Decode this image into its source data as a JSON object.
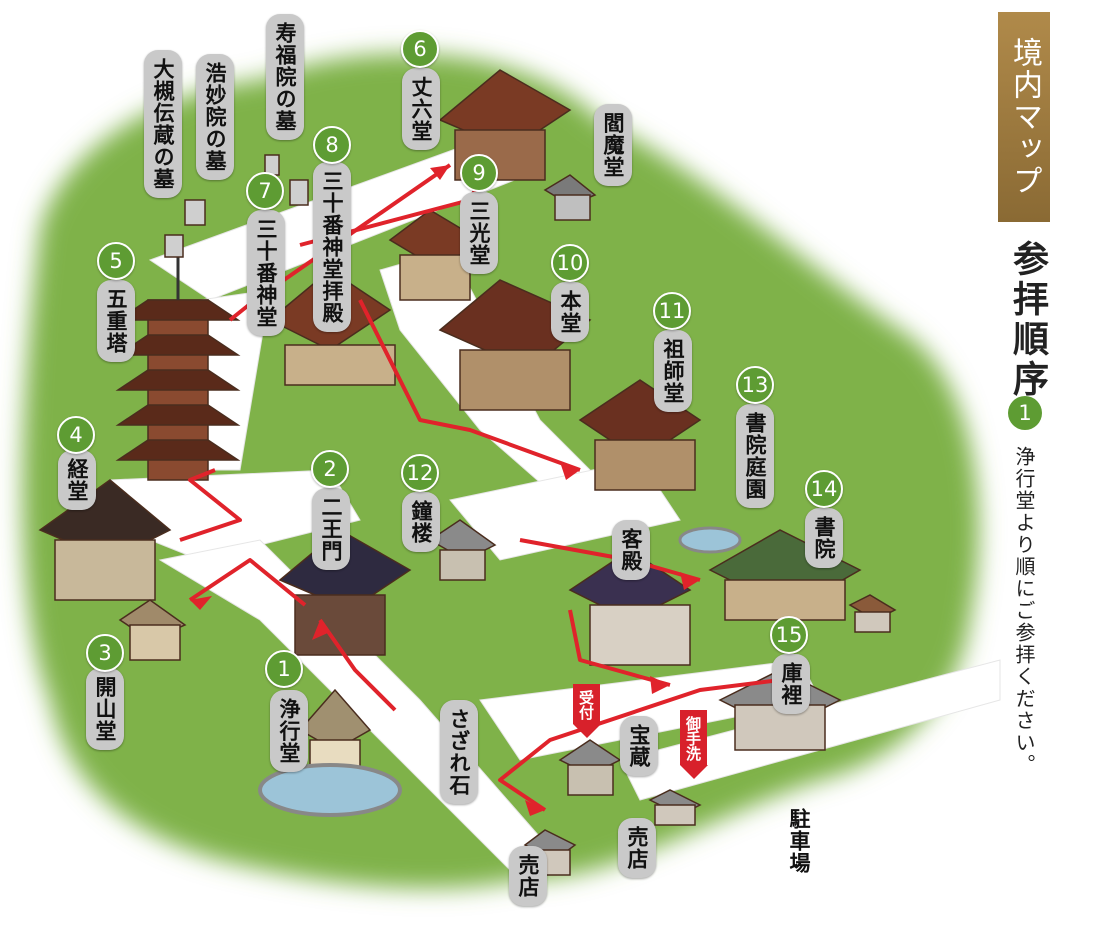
{
  "title": "境内マップ",
  "visit_order": {
    "heading": "参拝順序",
    "number": "1",
    "text": "浄行堂より順にご参拝ください。"
  },
  "sites": [
    {
      "id": "1",
      "name": "浄行堂"
    },
    {
      "id": "2",
      "name": "二王門"
    },
    {
      "id": "3",
      "name": "開山堂"
    },
    {
      "id": "4",
      "name": "経堂"
    },
    {
      "id": "5",
      "name": "五重塔"
    },
    {
      "id": "6",
      "name": "丈六堂"
    },
    {
      "id": "7",
      "name": "三十番神堂"
    },
    {
      "id": "8",
      "name": "三十番神堂拝殿"
    },
    {
      "id": "9",
      "name": "三光堂"
    },
    {
      "id": "10",
      "name": "本堂"
    },
    {
      "id": "11",
      "name": "祖師堂"
    },
    {
      "id": "12",
      "name": "鐘楼"
    },
    {
      "id": "13",
      "name": "書院庭園"
    },
    {
      "id": "14",
      "name": "書院"
    },
    {
      "id": "15",
      "name": "庫裡"
    }
  ],
  "other_labels": {
    "daikei_tomb": "大槻伝蔵の墓",
    "komyoin_tomb": "浩妙院の墓",
    "jufukuin_tomb": "寿福院の墓",
    "enma": "閻魔堂",
    "kyakuden": "客殿",
    "sazareishi": "さざれ石",
    "treasury": "宝蔵",
    "shop_center": "売店",
    "shop_bottom": "売店",
    "parking": "駐車場",
    "reception": "受付",
    "temizu": "御手洗"
  },
  "colors": {
    "grass": "#7fb24a",
    "path": "#ffffff",
    "route": "#e0232b",
    "badge": "#5e9c33",
    "label_bg": "#c9c9c9",
    "title_bg": "#9c7a3e"
  }
}
